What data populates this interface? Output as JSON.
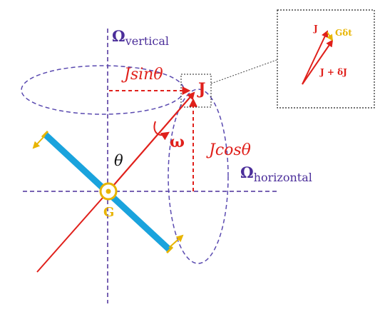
{
  "labels": {
    "omega_vertical_main": "Ω",
    "omega_vertical_sub": "vertical",
    "omega_horizontal_main": "Ω",
    "omega_horizontal_sub": "horizontal",
    "j_sin": "Jsinθ",
    "j_cos": "Jcosθ",
    "j": "J",
    "omega": "ω",
    "theta": "θ",
    "g": "G",
    "inset_j": "J",
    "inset_j_plus": "J + δJ",
    "inset_g_dt": "Gδt"
  },
  "colors": {
    "axis": "#4b2e9a",
    "vector": "#e0201b",
    "bar": "#1aa3dd",
    "gold": "#e8b400",
    "ellipse": "#5a4ab0",
    "inset_border": "#222222",
    "text_purple": "#4b2e9a"
  }
}
